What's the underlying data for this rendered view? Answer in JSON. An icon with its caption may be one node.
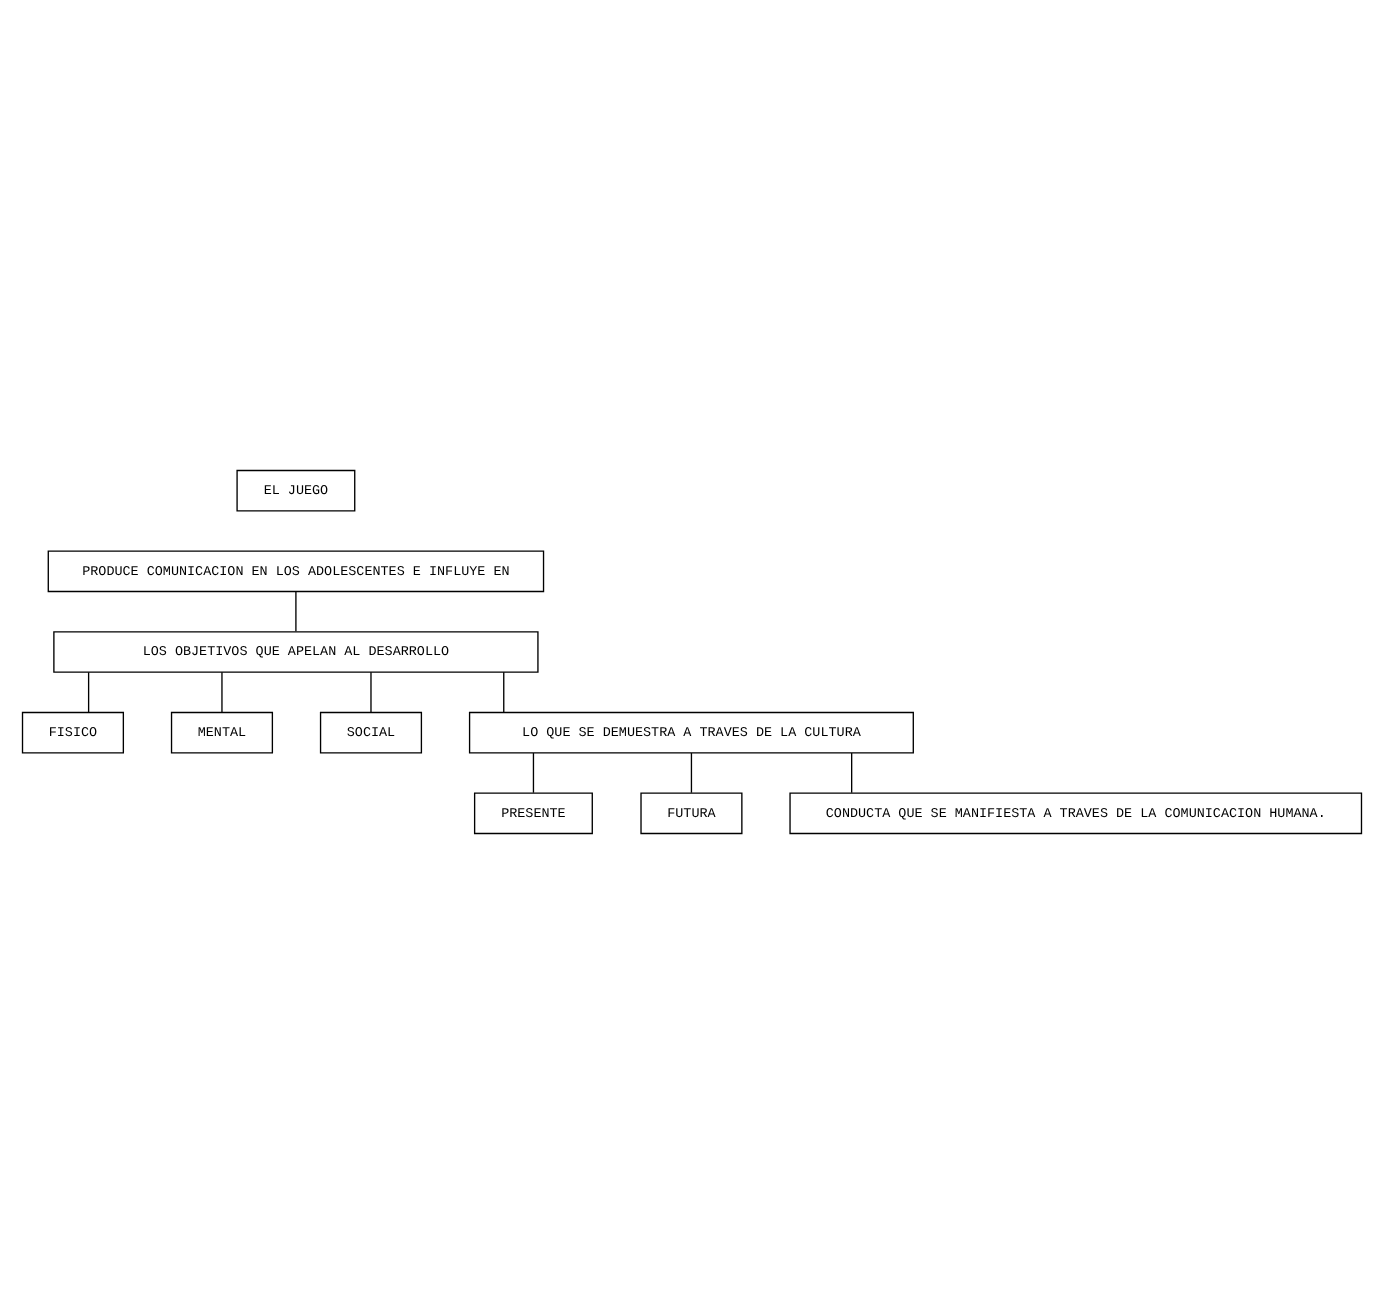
{
  "diagram": {
    "nodes": [
      {
        "text": [
          "EL JUEGO"
        ]
      },
      {
        "text": [
          "PRODUCE COMUNICACION EN LOS ADOLESCENTES E INFLUYE EN"
        ]
      },
      {
        "text": [
          "LOS OBJETIVOS QUE APELAN AL DESARROLLO"
        ]
      },
      {
        "text": [
          "FISICO"
        ]
      },
      {
        "text": [
          "MENTAL"
        ]
      },
      {
        "text": [
          "SOCIAL"
        ]
      },
      {
        "text": [
          "LO QUE SE DEMUESTRA A TRAVES DE LA CULTURA"
        ]
      },
      {
        "text": [
          "PRESENTE"
        ]
      },
      {
        "text": [
          "FUTURA"
        ]
      },
      {
        "text": [
          "CONDUCTA QUE SE MANIFIESTA A TRAVES DE LA COMUNICACION HUMANA."
        ]
      }
    ],
    "edges": [
      {
        "from": 1,
        "to": 2,
        "arrow": "none"
      },
      {
        "from": 2,
        "to": 3,
        "arrow": "none"
      },
      {
        "from": 2,
        "to": 4,
        "arrow": "none"
      },
      {
        "from": 2,
        "to": 5,
        "arrow": "none"
      },
      {
        "from": 2,
        "to": 6,
        "arrow": "none"
      },
      {
        "from": 6,
        "to": 7,
        "arrow": "none"
      },
      {
        "from": 6,
        "to": 8,
        "arrow": "none"
      },
      {
        "from": 6,
        "to": 9,
        "arrow": "none"
      }
    ]
  }
}
